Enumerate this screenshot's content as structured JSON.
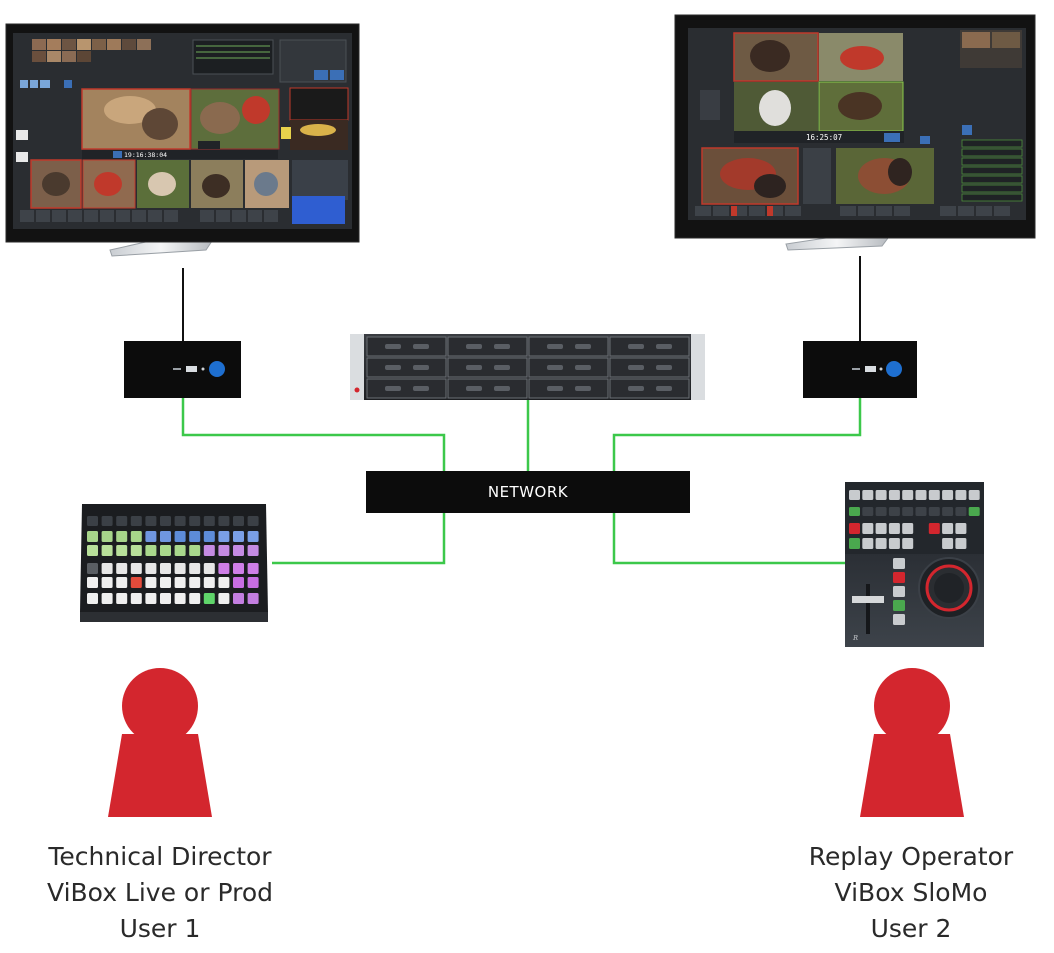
{
  "network": {
    "label": "NETWORK"
  },
  "monitors": {
    "left": {
      "timecode": "19:16:38:04"
    },
    "right": {
      "timecode": "16:25:07"
    }
  },
  "users": [
    {
      "lines": [
        "Technical Director",
        "ViBox Live or Prod",
        "User 1"
      ]
    },
    {
      "lines": [
        "Replay Operator",
        "ViBox SloMo",
        "User 2"
      ]
    }
  ],
  "colors": {
    "link": "#3cc84a",
    "person": "#d3262e",
    "device": "#0c0c0c",
    "power_button": "#1e6fd0"
  },
  "icons": [
    "monitor-icon",
    "computer-unit-icon",
    "storage-server-icon",
    "button-panel-icon",
    "replay-controller-icon",
    "person-icon"
  ]
}
